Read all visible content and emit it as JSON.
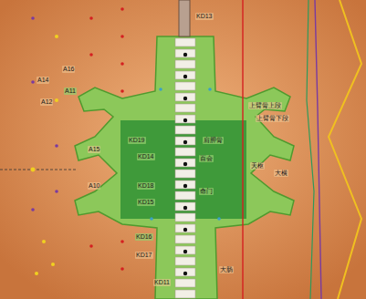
{
  "diagram": {
    "labels": [
      "KD13",
      "A16",
      "A14",
      "A11",
      "A12",
      "KD19",
      "KD14",
      "A15",
      "A10",
      "KD18",
      "上臂骨上段",
      "上臂骨下段",
      "肩胛骨",
      "天枢",
      "大横",
      "KD15",
      "KD16",
      "KD17",
      "命门",
      "大肠",
      "KD11",
      "百会"
    ]
  }
}
